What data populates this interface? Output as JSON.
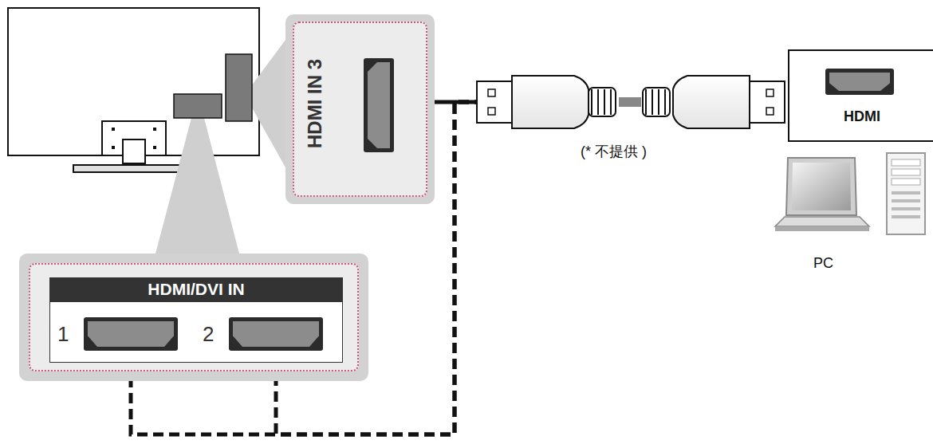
{
  "diagram": {
    "nodes": [
      {
        "text": [
          "HDMI IN 3"
        ]
      },
      {
        "text": [
          "HDMI"
        ]
      },
      {
        "text": [
          "HDMI/DVI IN"
        ]
      },
      {
        "text": [
          "1"
        ],
        "in": 2
      },
      {
        "text": [
          "2"
        ],
        "in": 2
      }
    ],
    "edges": [
      {
        "from": 1,
        "to": 0,
        "arrow": "to"
      },
      {
        "from": 1,
        "to": 3,
        "arrow": "to"
      },
      {
        "from": 1,
        "to": 4,
        "arrow": "to"
      }
    ],
    "labels": [
      "(* 不提供 )",
      "PC"
    ]
  }
}
